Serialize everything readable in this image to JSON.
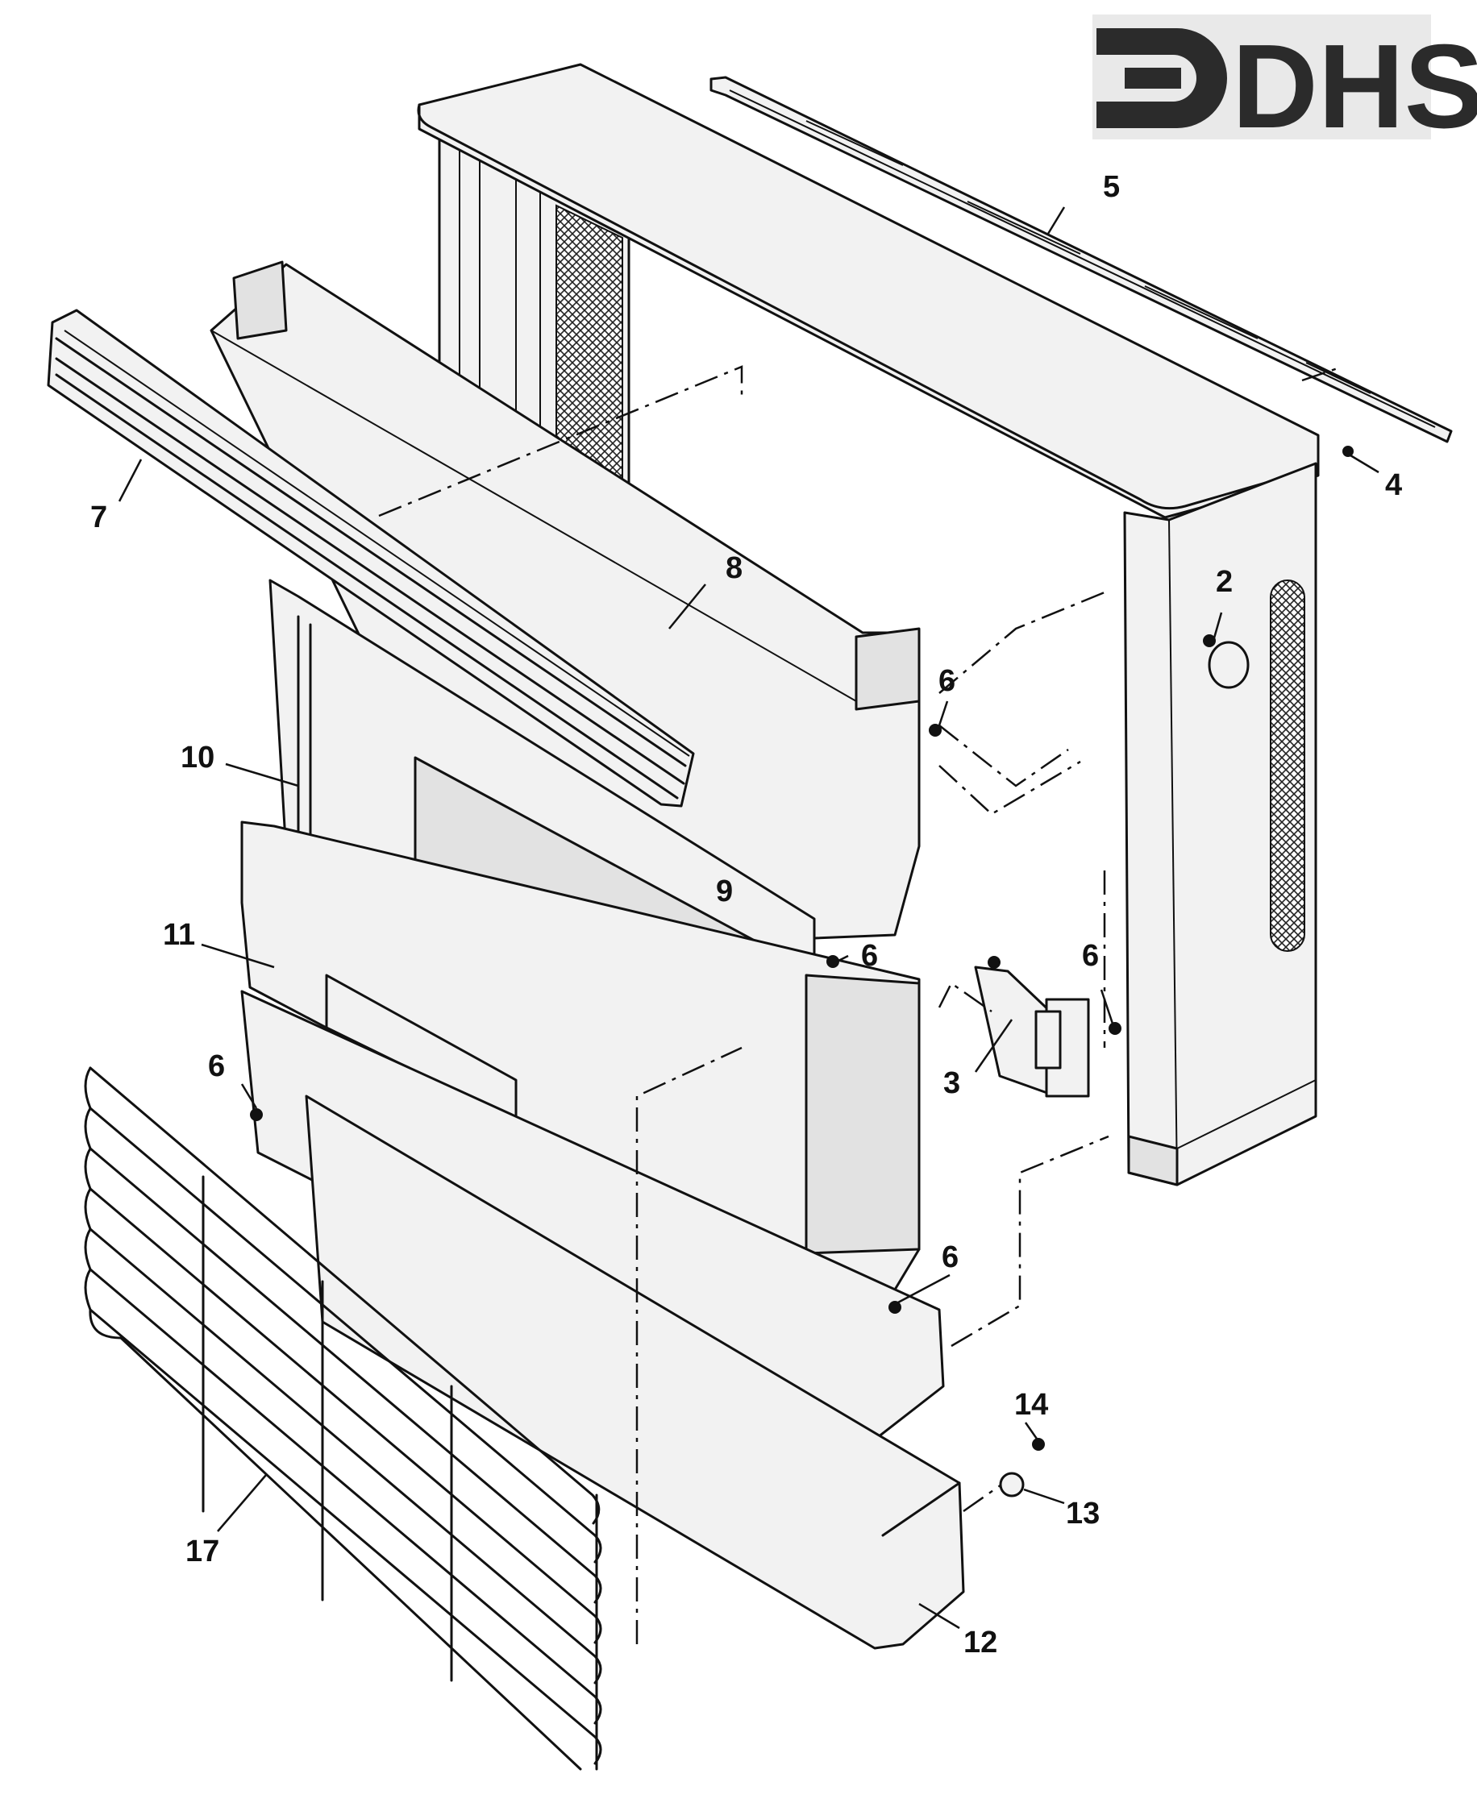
{
  "logo": {
    "text": "DHS"
  },
  "callouts": {
    "c2": "2",
    "c3": "3",
    "c4": "4",
    "c5": "5",
    "c6a": "6",
    "c6b": "6",
    "c6c": "6",
    "c6d": "6",
    "c6e": "6",
    "c7": "7",
    "c8": "8",
    "c9": "9",
    "c10": "10",
    "c11": "11",
    "c12": "12",
    "c13": "13",
    "c14": "14",
    "c17": "17"
  },
  "colors": {
    "ink": "#111111",
    "logo": "#2b2b2b",
    "paper": "#ffffff"
  }
}
